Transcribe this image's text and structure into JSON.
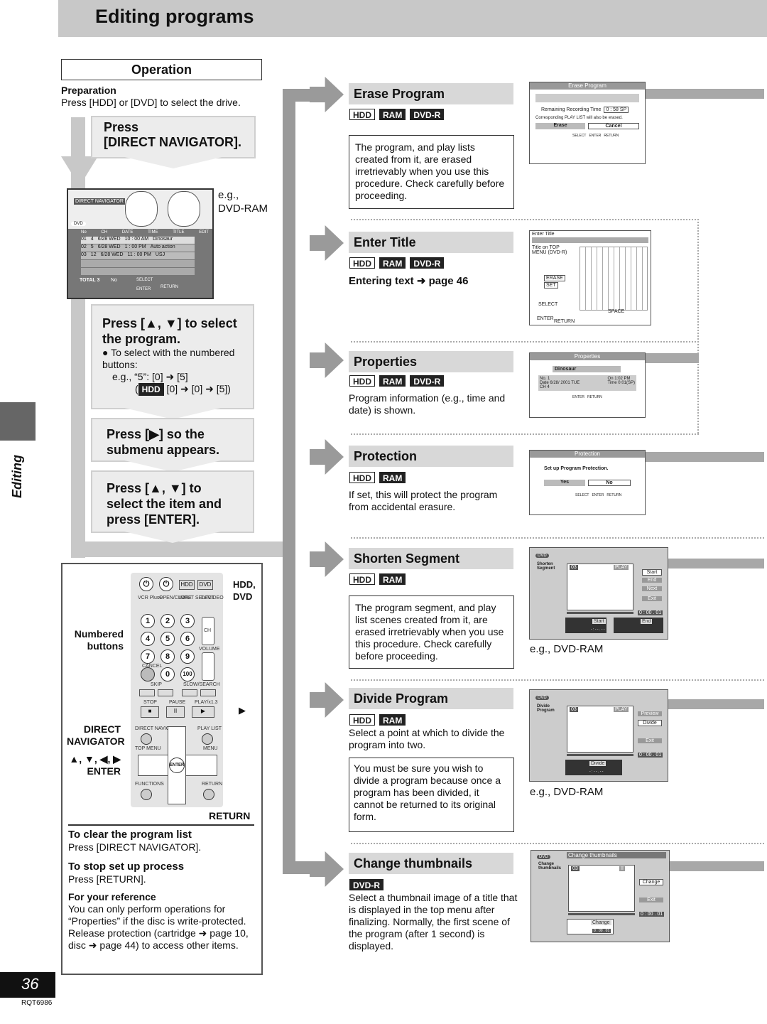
{
  "header": {
    "title": "Editing programs"
  },
  "operation": {
    "title": "Operation",
    "prep_title": "Preparation",
    "prep_text": "Press [HDD] or [DVD] to select the drive."
  },
  "steps": {
    "s1_line1": "Press",
    "s1_line2": "[DIRECT NAVIGATOR].",
    "eg": "e.g.,",
    "eg_drive": "DVD-RAM",
    "s2_title": "Press [▲, ▼] to select the program.",
    "s2_b1": "● To select with the numbered buttons:",
    "s2_b2": "e.g., “5”: [0] ➜ [5]",
    "s2_b3_pre": "(",
    "s2_b3_hdd": "HDD",
    "s2_b3_post": " [0] ➜ [0] ➜ [5])",
    "s3": "Press [▶] so the submenu appears.",
    "s4": "Press [▲, ▼] to select the item and press [ENTER]."
  },
  "navscreen": {
    "title": "DIRECT NAVIGATOR",
    "disc": "DVD",
    "cols": [
      "No",
      "CH",
      "DATE",
      "TIME",
      "TITLE",
      "EDIT"
    ],
    "rows": [
      [
        "01",
        "4",
        "6/28 WED",
        "10 : 00 AM",
        "Dinosaur"
      ],
      [
        "02",
        "5",
        "6/28 WED",
        "1 : 00 PM",
        "Auto action"
      ],
      [
        "03",
        "12",
        "6/28 WED",
        "11 : 00 PM",
        "USJ"
      ]
    ],
    "total": "TOTAL 3",
    "no": "No",
    "select": "SELECT",
    "enter": "ENTER",
    "return": "RETURN"
  },
  "side": {
    "editing": "Editing",
    "page": "36",
    "code": "RQT6986"
  },
  "remote": {
    "hdd_dvd": "HDD, DVD",
    "numbered": "Numbered buttons",
    "direct_nav": "DIRECT NAVIGATOR",
    "arrows": "▲, ▼, ◀, ▶",
    "enter": "ENTER",
    "return": "RETURN",
    "play": "▶",
    "labels": {
      "vcr": "VCR Plus+",
      "open": "OPEN/CLOSE",
      "input": "INPUT SELECT",
      "tv": "TV/VIDEO",
      "ch": "CH",
      "vol": "VOLUME",
      "cancel": "CANCEL",
      "skip": "SKIP",
      "slow": "SLOW/SEARCH",
      "stop": "STOP",
      "pause": "PAUSE",
      "playx": "PLAY/x1.3",
      "dnav": "DIRECT NAVIGATOR",
      "plist": "PLAY LIST",
      "top": "TOP MENU",
      "menu": "MENU",
      "func": "FUNCTIONS",
      "ret": "RETURN",
      "hdd": "HDD",
      "dvd": "DVD"
    },
    "keys": [
      "1",
      "2",
      "3",
      "4",
      "5",
      "6",
      "7",
      "8",
      "9",
      "0",
      "100"
    ]
  },
  "notes": {
    "clear_t": "To clear the program list",
    "clear_d": "Press [DIRECT NAVIGATOR].",
    "stop_t": "To stop set up process",
    "stop_d": "Press [RETURN].",
    "ref_t": "For your reference",
    "ref_d": "You can only perform operations for “Properties” if the disc is write-protected. Release protection (cartridge ➜ page 10, disc ➜ page 44) to access other items."
  },
  "sections": {
    "erase": {
      "title": "Erase Program",
      "badges": [
        "HDD",
        "RAM",
        "DVD-R"
      ],
      "text": "The program, and play lists created from it, are erased irretrievably when you use this procedure. Check carefully before proceeding.",
      "screen": {
        "bar": "Erase Program",
        "remaining": "Remaining Recording Time",
        "time": "0 : 58 SP",
        "note": "Corresponding PLAY LIST will also be erased.",
        "erase": "Erase",
        "cancel": "Cancel",
        "select": "SELECT",
        "enter": "ENTER",
        "return": "RETURN"
      }
    },
    "title": {
      "title": "Enter Title",
      "badges": [
        "HDD",
        "RAM",
        "DVD-R"
      ],
      "text": "Entering text ➜ page 46",
      "screen": {
        "bar": "Enter Title",
        "sub": "Title on TOP MENU (DVD-R)",
        "erase": "ERASE",
        "set": "SET",
        "select": "SELECT",
        "enter": "ENTER",
        "return": "RETURN",
        "space": "SPACE"
      }
    },
    "props": {
      "title": "Properties",
      "badges": [
        "HDD",
        "RAM",
        "DVD-R"
      ],
      "text": "Program information (e.g., time and date) is shown.",
      "screen": {
        "bar": "Properties",
        "name": "Dinosaur",
        "no": "No.    1",
        "date": "Date   6/28/ 2001 TUE",
        "ch": "CH     4",
        "on": "On    1:02 PM",
        "time": "Time  0:01(SP)",
        "enter": "ENTER",
        "return": "RETURN"
      }
    },
    "protect": {
      "title": "Protection",
      "badges": [
        "HDD",
        "RAM"
      ],
      "text": "If set, this will protect the program from accidental erasure.",
      "screen": {
        "bar": "Protection",
        "msg": "Set up Program Protection.",
        "yes": "Yes",
        "no": "No",
        "select": "SELECT",
        "enter": "ENTER",
        "return": "RETURN"
      }
    },
    "shorten": {
      "title": "Shorten Segment",
      "badges": [
        "HDD",
        "RAM"
      ],
      "text": "The program segment, and play list scenes created from it, are erased irretrievably when you use this procedure. Check carefully before proceeding.",
      "eg": "e.g., DVD-RAM",
      "screen": {
        "disc": "DVD",
        "label": "Shorten Segment",
        "num": "03",
        "play": "PLAY",
        "b1": "Start",
        "b2": "End",
        "b3": "Next",
        "b4": "Exit",
        "time": "0 : 00 . 01",
        "start": "Start",
        "end": "End",
        "dash": "- : - - . - -"
      }
    },
    "divide": {
      "title": "Divide Program",
      "badges": [
        "HDD",
        "RAM"
      ],
      "text": "Select a point at which to divide the program into two.",
      "boxed": "You must be sure you wish to divide a program because once a program has been divided, it cannot be returned to its original form.",
      "eg": "e.g., DVD-RAM",
      "screen": {
        "disc": "DVD",
        "label": "Divide Program",
        "num": "03",
        "play": "PLAY",
        "b1": "Preview",
        "b2": "Divide",
        "b3": "Exit",
        "time": "0 : 00 . 01",
        "div": "Divide",
        "dash": "- : - - . - -"
      }
    },
    "thumb": {
      "title": "Change thumbnails",
      "badges": [
        "DVD-R"
      ],
      "text": "Select a thumbnail image of a title that is displayed in the top menu after finalizing. Normally, the first scene of the program (after 1 second) is displayed.",
      "screen": {
        "disc": "DVD",
        "bar": "Change thumbnails",
        "label": "Change thumbnails",
        "num": "03",
        "pause": "II",
        "b1": "Change",
        "b2": "Exit",
        "time": "0 : 00 . 01",
        "chg": "Change",
        "t2": "0 : 00 . 01"
      }
    }
  }
}
